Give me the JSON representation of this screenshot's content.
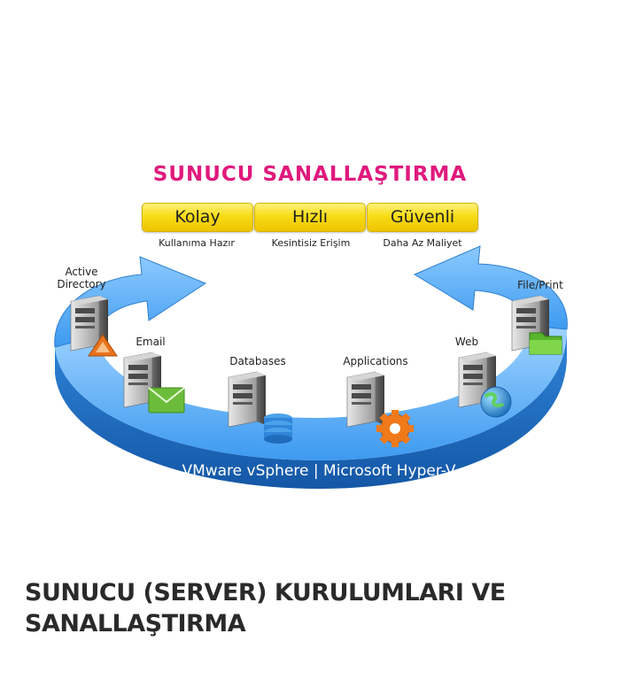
{
  "title": "SUNUCU SANALLAŞTIRMA",
  "pills": [
    {
      "label": "Kolay",
      "sub": "Kullanıma Hazır"
    },
    {
      "label": "Hızlı",
      "sub": "Kesintisiz Erişim"
    },
    {
      "label": "Güvenli",
      "sub": "Daha Az Maliyet"
    }
  ],
  "servers": {
    "active_directory": "Active\nDirectory",
    "email": "Email",
    "databases": "Databases",
    "applications": "Applications",
    "web": "Web",
    "file_print": "File/Print"
  },
  "ring_text": "VMware vSphere  |  Microsoft Hyper-V",
  "heading_line1": "SUNUCU (SERVER) KURULUMLARI VE",
  "heading_line2": "SANALLAŞTIRMA",
  "colors": {
    "title": "#e0197d",
    "pill": "#f7dc16",
    "ring": "#2f8fe0",
    "ring_dark": "#1a5fae"
  }
}
